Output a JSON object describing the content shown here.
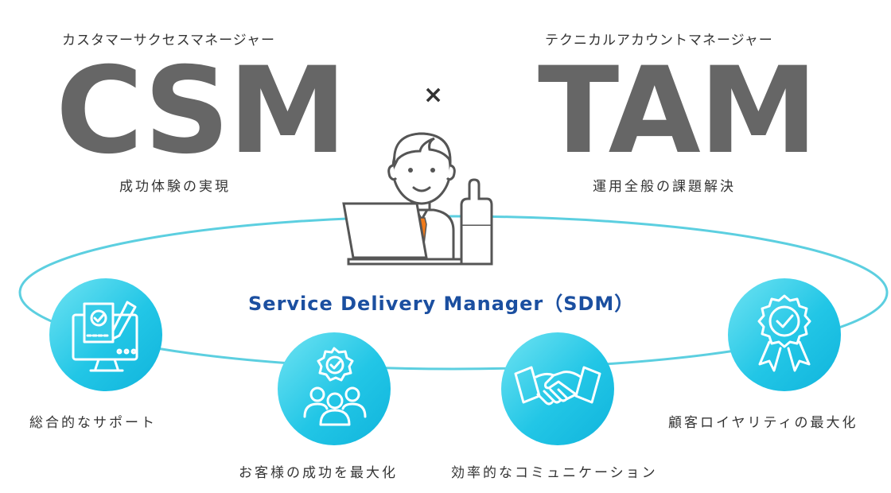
{
  "left": {
    "subtitle": "カスタマーサクセスマネージャー",
    "abbr": "CSM",
    "caption": "成功体験の実現"
  },
  "right": {
    "subtitle": "テクニカルアカウントマネージャー",
    "abbr": "TAM",
    "caption": "運用全般の課題解決"
  },
  "cross": "×",
  "center": {
    "title": "Service Delivery Manager（SDM）"
  },
  "features": [
    {
      "label": "総合的なサポート",
      "icon": "document-monitor-pen-icon"
    },
    {
      "label": "お客様の成功を最大化",
      "icon": "team-badge-icon"
    },
    {
      "label": "効率的なコミュニケーション",
      "icon": "handshake-icon"
    },
    {
      "label": "顧客ロイヤリティの最大化",
      "icon": "award-ribbon-icon"
    }
  ],
  "colors": {
    "accent": "#22c6e6",
    "ellipse": "#5ccfe0",
    "title_blue": "#1b4fa0",
    "big_text": "#666666",
    "tie": "#f07a1a"
  }
}
